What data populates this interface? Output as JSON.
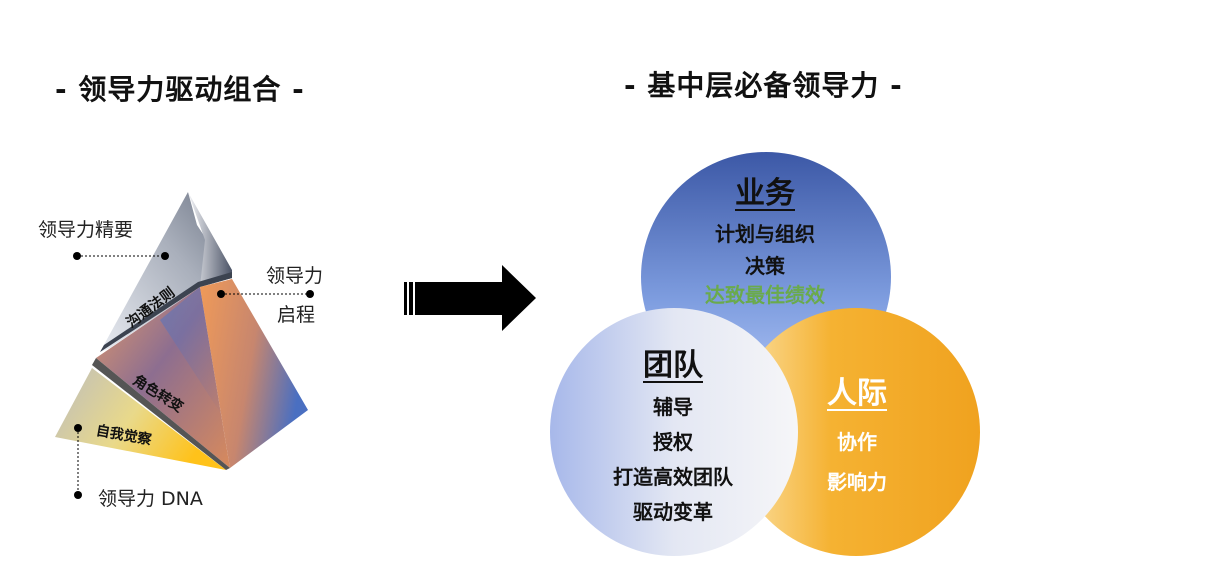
{
  "left_title": "- 领导力驱动组合 -",
  "right_title": "- 基中层必备领导力 -",
  "pyramid": {
    "layers": [
      "沟通法则",
      "角色转变",
      "自我觉察"
    ],
    "callouts": {
      "essentials": "领导力精要",
      "start_line1": "领导力",
      "start_line2": "启程",
      "dna": "领导力 DNA"
    }
  },
  "venn": {
    "business": {
      "title": "业务",
      "items": [
        "计划与组织",
        "决策"
      ],
      "highlight": "达致最佳绩效",
      "highlight_color": "#6aaa4c"
    },
    "team": {
      "title": "团队",
      "items": [
        "辅导",
        "授权",
        "打造高效团队",
        "驱动变革"
      ]
    },
    "interpersonal": {
      "title": "人际",
      "items": [
        "协作",
        "影响力"
      ]
    }
  }
}
